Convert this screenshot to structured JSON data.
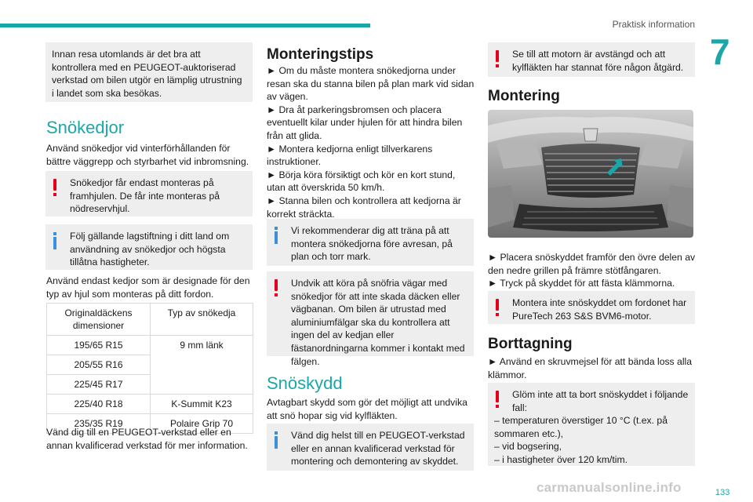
{
  "header": {
    "title": "Praktisk information",
    "chapter": "7",
    "page": "133"
  },
  "watermark": "carmanualsonline.info",
  "col1": {
    "info_box_top": "Innan resa utomlands är det bra att kontrollera med en PEUGEOT-auktoriserad verkstad om bilen utgör en lämplig utrustning i landet som ska besökas.",
    "heading": "Snökedjor",
    "intro": "Använd snökedjor vid vinterförhållanden för bättre väggrepp och styrbarhet vid inbromsning.",
    "warn1": "Snökedjor får endast monteras på framhjulen. De får inte monteras på nödreservhjul.",
    "info1": "Följ gällande lagstiftning i ditt land om användning av snökedjor och högsta tillåtna hastigheter.",
    "para_table": "Använd endast kedjor som är designade för den typ av hjul som monteras på ditt fordon.",
    "table": {
      "headers": [
        "Originaldäckens dimensioner",
        "Typ av snökedja"
      ],
      "rows": [
        [
          "195/65 R15",
          "9 mm länk"
        ],
        [
          "205/55 R16",
          ""
        ],
        [
          "225/45 R17",
          ""
        ],
        [
          "225/40 R18",
          "K-Summit K23"
        ],
        [
          "235/35 R19",
          "Polaire Grip 70"
        ]
      ]
    },
    "closing": "Vänd dig till en PEUGEOT-verkstad eller en annan kvalificerad verkstad för mer information."
  },
  "col2": {
    "heading": "Monteringstips",
    "tips": [
      "► Om du måste montera snökedjorna under resan ska du stanna bilen på plan mark vid sidan av vägen.",
      "► Dra åt parkeringsbromsen och placera eventuellt kilar under hjulen för att hindra bilen från att glida.",
      "► Montera kedjorna enligt tillverkarens instruktioner.",
      "► Börja köra försiktigt och kör en kort stund, utan att överskrida 50 km/h.",
      "► Stanna bilen och kontrollera att kedjorna är korrekt sträckta."
    ],
    "info1": "Vi rekommenderar dig att träna på att montera snökedjorna före avresan, på plan och torr mark.",
    "warn1": "Undvik att köra på snöfria vägar med snökedjor för att inte skada däcken eller vägbanan. Om bilen är utrustad med aluminiumfälgar ska du kontrollera att ingen del av kedjan eller fästanordningarna kommer i kontakt med fälgen.",
    "heading2": "Snöskydd",
    "para": "Avtagbart skydd som gör det möjligt att undvika att snö hopar sig vid kylfläkten.",
    "info2": "Vänd dig helst till en PEUGEOT-verkstad eller en annan kvalificerad verkstad för montering och demontering av skyddet."
  },
  "col3": {
    "warn_top": "Se till att motorn är avstängd och att kylfläkten har stannat före någon åtgärd.",
    "heading_mount": "Montering",
    "mount_steps": [
      "► Placera snöskyddet framför den övre delen av den nedre grillen på främre stötfångaren.",
      "► Tryck på skyddet för att fästa klämmorna."
    ],
    "warn_mount": "Montera inte snöskyddet om fordonet har PureTech 263 S&S BVM6-motor.",
    "heading_remove": "Borttagning",
    "remove_step": "► Använd en skruvmejsel för att bända loss alla klämmor.",
    "warn_remove": [
      "Glöm inte att ta bort snöskyddet i följande fall:",
      "– temperaturen överstiger 10 °C (t.ex. på sommaren etc.),",
      "– vid bogsering,",
      "– i hastigheter över 120 km/tim."
    ]
  },
  "colors": {
    "accent": "#1ba6a8",
    "warning": "#e2001a",
    "info": "#3a8fe0",
    "box_bg": "#eeeeee"
  }
}
